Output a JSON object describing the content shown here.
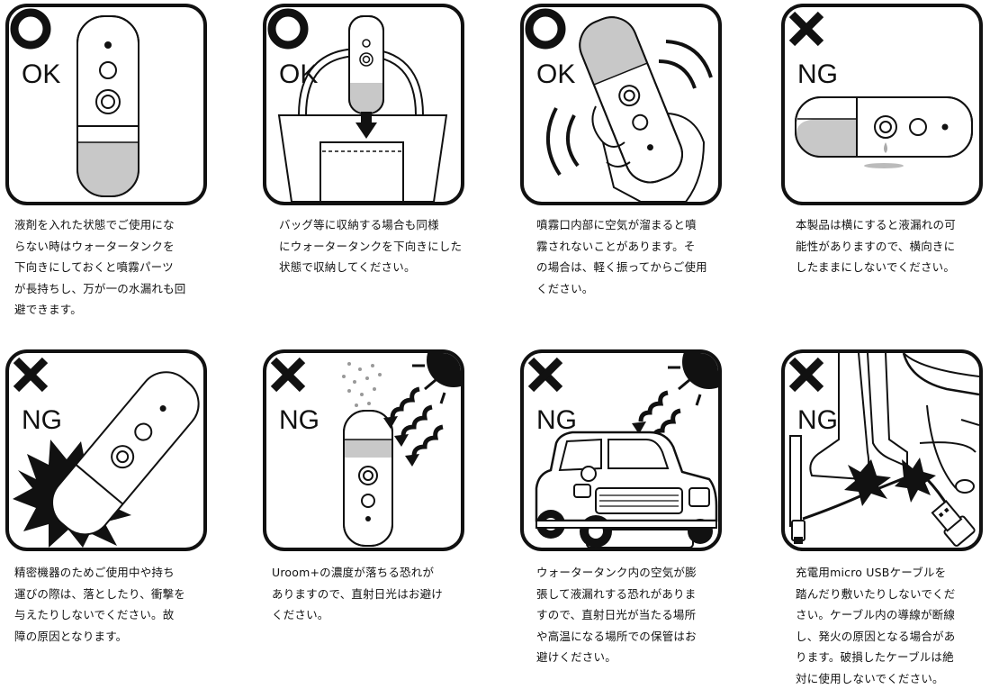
{
  "panels": [
    {
      "status": "OK",
      "mark": "circle-ok",
      "caption": "液剤を入れた状態でご使用にな\nらない時はウォータータンクを\n下向きにしておくと噴霧パーツ\nが長持ちし、万が一の水漏れも回\n避できます。"
    },
    {
      "status": "OK",
      "mark": "circle-ok",
      "caption": "バッグ等に収納する場合も同様\nにウォータータンクを下向きにした\n状態で収納してください。"
    },
    {
      "status": "OK",
      "mark": "circle-ok",
      "caption": "噴霧口内部に空気が溜まると噴\n霧されないことがあります。そ\nの場合は、軽く振ってからご使用\nください。"
    },
    {
      "status": "NG",
      "mark": "cross-ng",
      "caption": "本製品は横にすると液漏れの可\n能性がありますので、横向きに\nしたままにしないでください。"
    },
    {
      "status": "NG",
      "mark": "cross-ng",
      "caption": "精密機器のためご使用中や持ち\n運びの際は、落としたり、衝撃を\n与えたりしないでください。故\n障の原因となります。"
    },
    {
      "status": "NG",
      "mark": "cross-ng",
      "caption": "Uroom+の濃度が落ちる恐れが\nありますので、直射日光はお避け\nください。"
    },
    {
      "status": "NG",
      "mark": "cross-ng",
      "caption": "ウォータータンク内の空気が膨\n張して液漏れする恐れがありま\nすので、直射日光が当たる場所\nや高温になる場所での保管はお\n避けください。"
    },
    {
      "status": "NG",
      "mark": "cross-ng",
      "caption": "充電用micro USBケーブルを\n踏んだり敷いたりしないでくだ\nさい。ケーブル内の導線が断線\nし、発火の原因となる場合があ\nります。破損したケーブルは絶\n対に使用しないでください。"
    }
  ],
  "brand": "Uroom",
  "colors": {
    "ink": "#111111",
    "liquid": "#c8c8c8",
    "background": "#ffffff"
  }
}
